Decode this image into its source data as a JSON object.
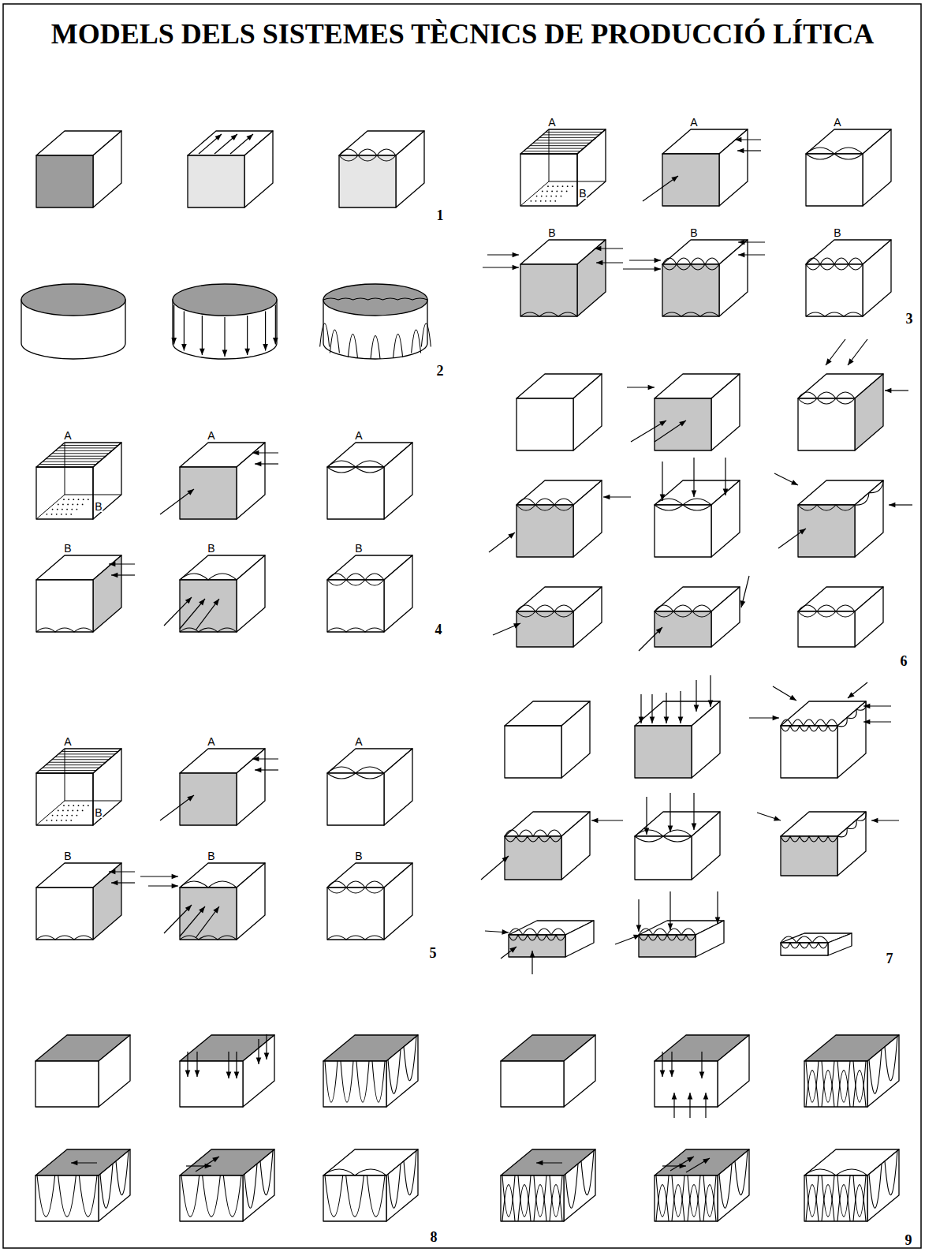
{
  "diagram": {
    "title": "MODELS DELS SISTEMES TÈCNICS DE PRODUCCIÓ LÍTICA",
    "labels": [
      "1",
      "A",
      "B",
      "A",
      "A",
      "B",
      "B",
      "B",
      "3",
      "2",
      "A",
      "B",
      "A",
      "A",
      "B",
      "B",
      "B",
      "4",
      "6",
      "A",
      "B",
      "A",
      "A",
      "B",
      "B",
      "B",
      "5",
      "7",
      "8",
      "9"
    ]
  }
}
